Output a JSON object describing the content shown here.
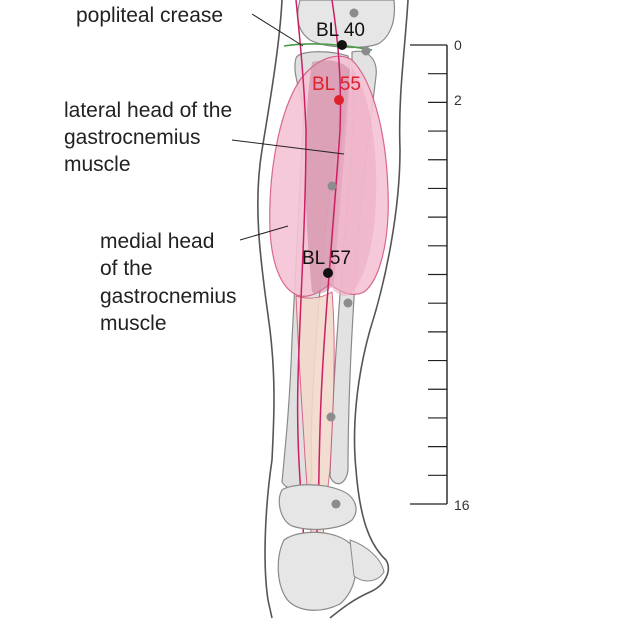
{
  "labels": {
    "popliteal_crease": "popliteal crease",
    "lateral_head": [
      "lateral head of the",
      "gastrocnemius",
      "muscle"
    ],
    "medial_head": [
      "medial head",
      "of the",
      "gastrocnemius",
      "muscle"
    ]
  },
  "points": {
    "bl40": "BL 40",
    "bl55": "BL 55",
    "bl57": "BL 57"
  },
  "scale": {
    "top_label": "0",
    "mid_label": "2",
    "bottom_label": "16"
  },
  "colors": {
    "highlight_point": "#e0202a",
    "muscle_fill": "#f6c4d6",
    "muscle_dark": "#c8849c",
    "meridian": "#cc1f66",
    "bone": "#e6e6e6",
    "skin_outline": "#555555"
  }
}
